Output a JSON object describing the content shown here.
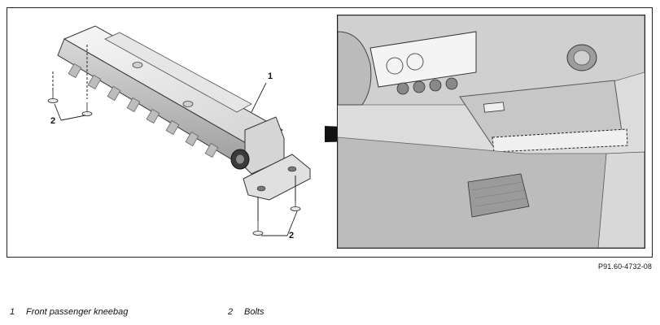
{
  "callouts": {
    "kneebag": "1",
    "bolts_left": "2",
    "bolts_right": "2"
  },
  "figure_id": "P91.60-4732-08",
  "legend": [
    {
      "number": "1",
      "label": "Front passenger kneebag"
    },
    {
      "number": "2",
      "label": "Bolts"
    }
  ],
  "colors": {
    "line": "#222222",
    "shade_light": "#f2f2f2",
    "shade_mid": "#cfcfcf",
    "shade_dark": "#9a9a9a"
  }
}
